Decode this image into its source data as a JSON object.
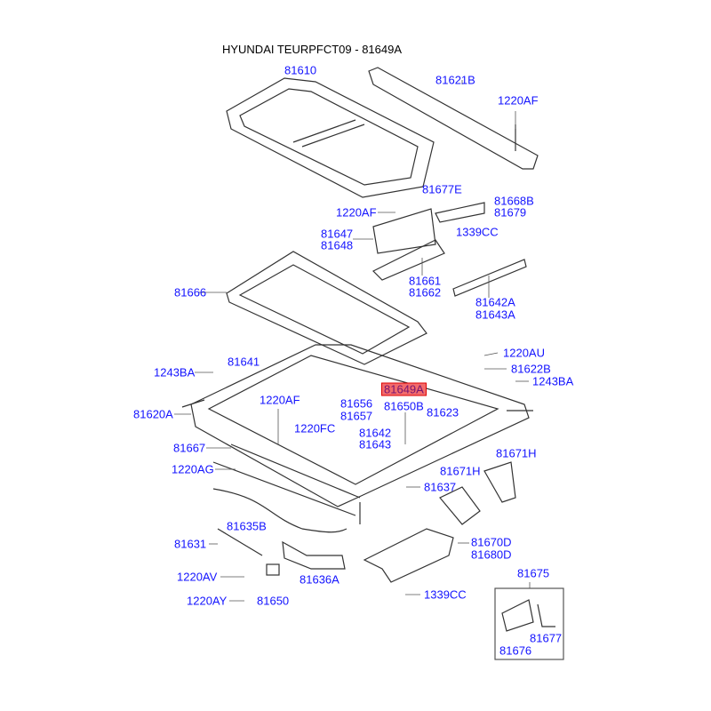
{
  "title": "HYUNDAI TEURPFCT09 - 81649A",
  "highlighted_part": "81649A",
  "colors": {
    "label": "#1414ff",
    "highlight": "#f26b6b",
    "lines": "#333333"
  },
  "labels": [
    "81610",
    "81621B",
    "1220AF",
    "81677E",
    "81668B",
    "81679",
    "1220AF",
    "1339CC",
    "81647",
    "81648",
    "81661",
    "81662",
    "81642A",
    "81643A",
    "81666",
    "1220AU",
    "81622B",
    "1243BA",
    "81641",
    "1243BA",
    "81649A",
    "1220AF",
    "81656",
    "81650B",
    "81657",
    "81623",
    "81620A",
    "1220FC",
    "81642",
    "81643",
    "81667",
    "81671H",
    "1220AG",
    "81671H",
    "81637",
    "81635B",
    "81631",
    "81670D",
    "81680D",
    "81636A",
    "81675",
    "1220AV",
    "1339CC",
    "1220AY",
    "81650",
    "81677",
    "81676"
  ]
}
